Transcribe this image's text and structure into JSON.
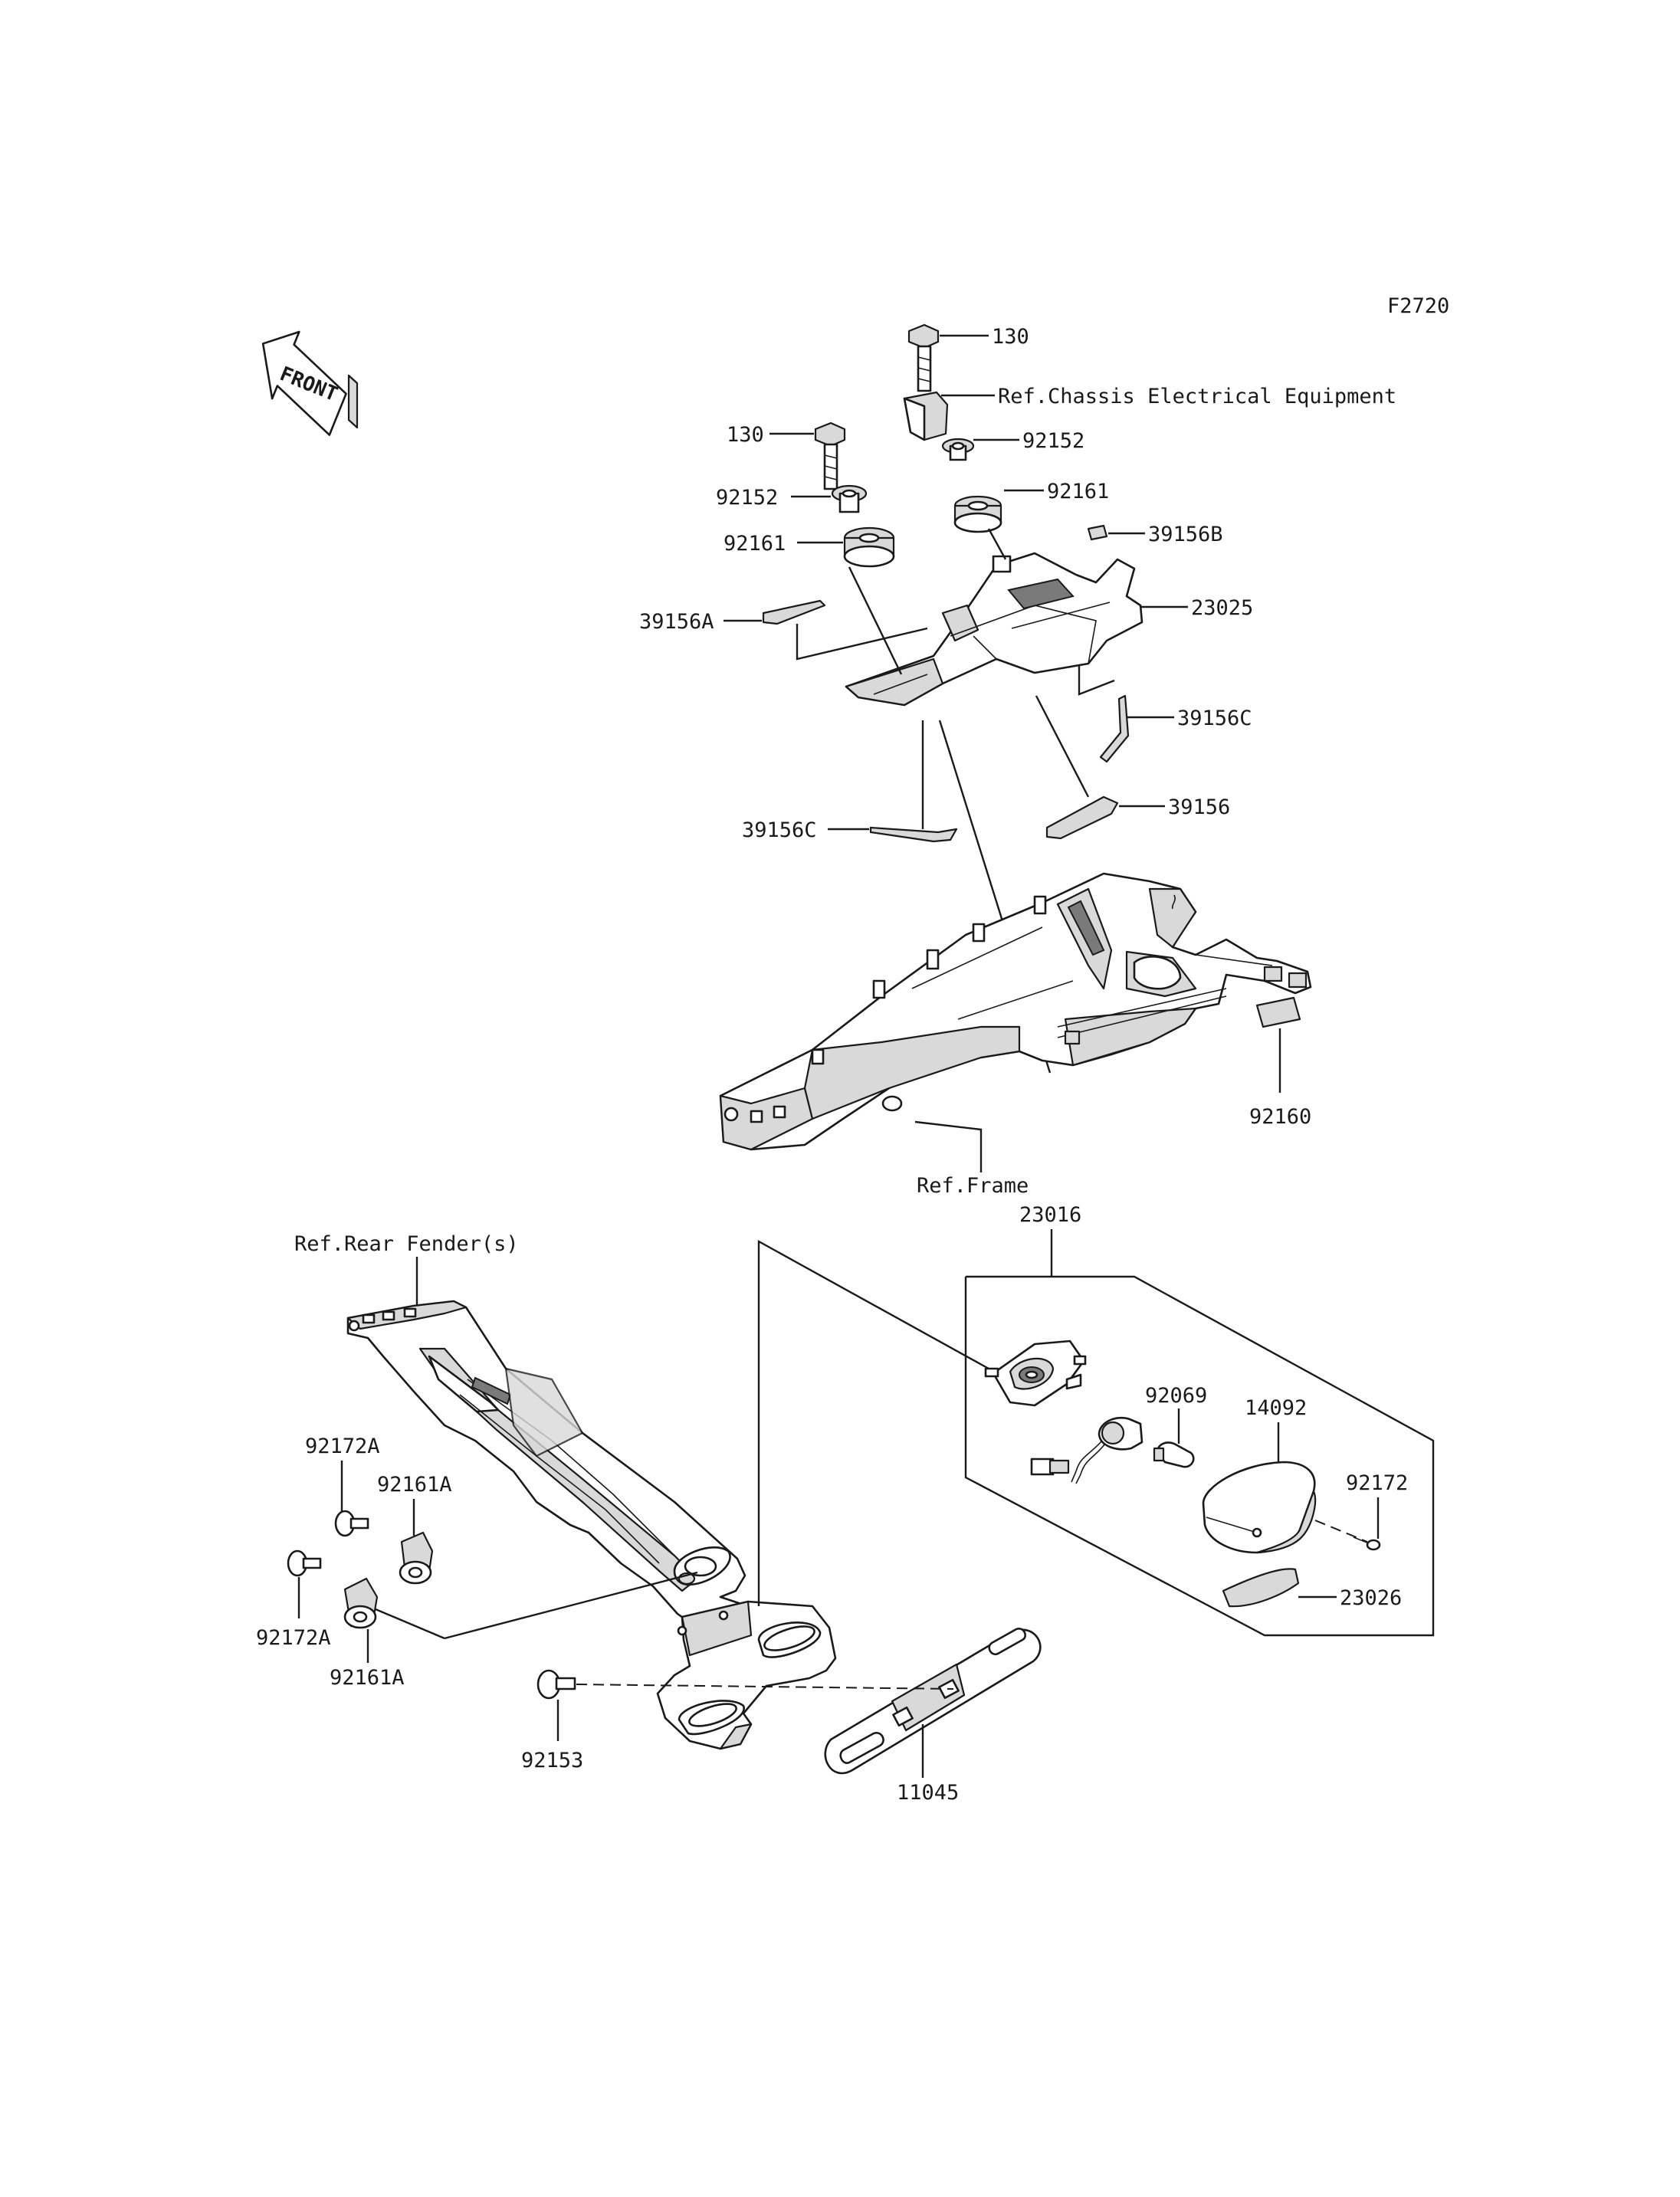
{
  "figure_code": "F2720",
  "front_arrow_text": "FRONT",
  "refs": {
    "chassis_electrical": "Ref.Chassis Electrical Equipment",
    "frame": "Ref.Frame",
    "rear_fender": "Ref.Rear Fender(s)"
  },
  "parts": {
    "bolt_130_a": "130",
    "bolt_130_b": "130",
    "collar_92152_a": "92152",
    "collar_92152_b": "92152",
    "damper_92161_a": "92161",
    "damper_92161_b": "92161",
    "pad_39156B": "39156B",
    "pad_39156A": "39156A",
    "lamp_23025": "23025",
    "pad_39156C_right": "39156C",
    "pad_39156": "39156",
    "pad_39156C_left": "39156C",
    "pad_92160": "92160",
    "lamp_23016": "23016",
    "bulb_92069": "92069",
    "lens_14092": "14092",
    "screw_92172": "92172",
    "lens_23026": "23026",
    "bolt_92172A_a": "92172A",
    "damper_92161A_a": "92161A",
    "bolt_92172A_b": "92172A",
    "damper_92161A_b": "92161A",
    "bolt_92153": "92153",
    "bracket_11045": "11045"
  }
}
